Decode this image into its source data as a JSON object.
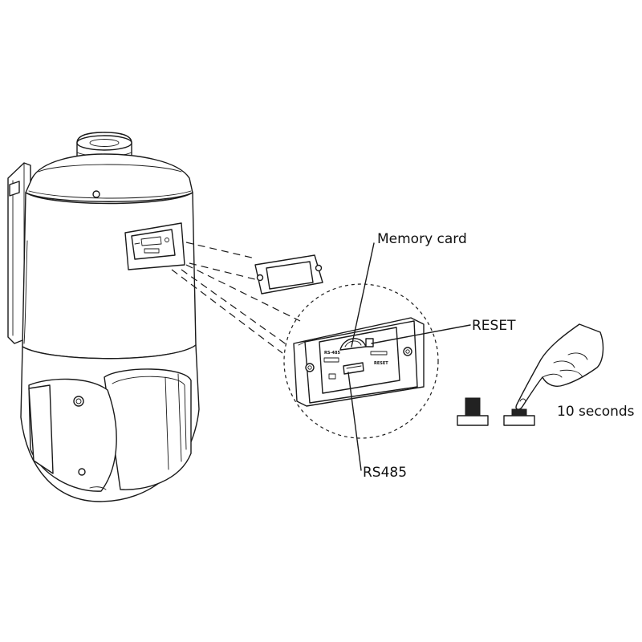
{
  "labels": {
    "memory_card": "Memory card",
    "reset": "RESET",
    "rs485": "RS485",
    "duration": "10 seconds"
  },
  "panel_markings": {
    "rs485": "RS-485",
    "reset": "RESET"
  },
  "colors": {
    "line": "#1a1a1a",
    "button": "#222222",
    "background": "#ffffff"
  }
}
